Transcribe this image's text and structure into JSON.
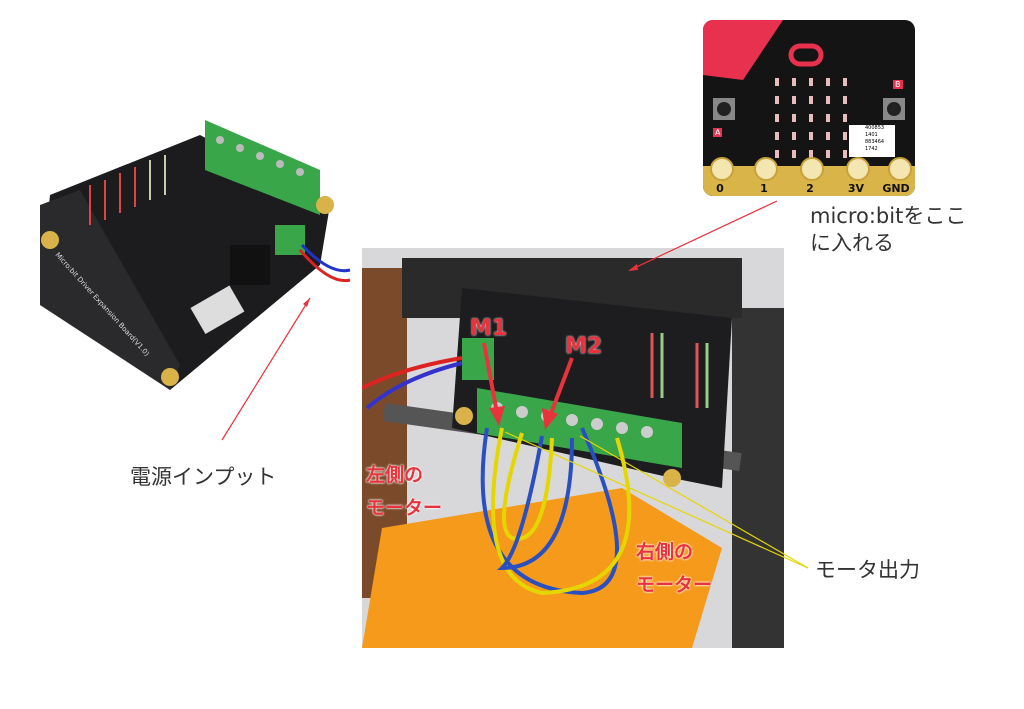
{
  "labels": {
    "microbit_insert_line1": "micro:bitをここ",
    "microbit_insert_line2": "に入れる",
    "power_input": "電源インプット",
    "motor_output": "モータ出力",
    "m1": "M1",
    "m2": "M2",
    "left_motor_line1": "左側の",
    "left_motor_line2": "モーター",
    "right_motor_line1": "右側の",
    "right_motor_line2": "モーター"
  },
  "microbit": {
    "pins": [
      "0",
      "1",
      "2",
      "3V",
      "GND"
    ],
    "button_a": "A",
    "button_b": "B",
    "sticker": [
      "400853",
      "1401",
      "883464",
      "1742"
    ]
  },
  "board": {
    "silkscreen": "Micro:bit Driver Expansion Board(V1.0)"
  },
  "colors": {
    "annotation_red": "#e8323c",
    "annotation_yellow": "#e6d600",
    "terminal_green": "#3aa64a",
    "chassis_orange": "#f59a1a"
  }
}
